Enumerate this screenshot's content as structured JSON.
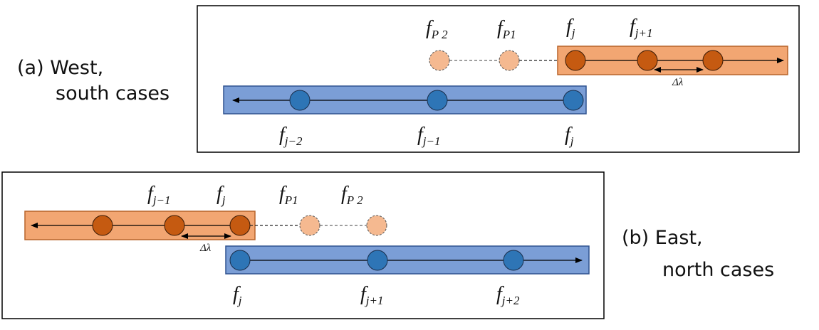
{
  "colors": {
    "orange_band_fill": "#F2A672",
    "orange_band_stroke": "#B8642A",
    "orange_node_fill": "#C55A11",
    "pred_node_fill": "#F5B990",
    "blue_band_fill": "#7B9ED6",
    "blue_band_stroke": "#2F528F",
    "blue_node_fill": "#2E75B6",
    "frame_stroke": "#000000"
  },
  "panel_a": {
    "caption_line1": "(a) West,",
    "caption_line2": "south cases",
    "predicted_labels": [
      {
        "base": "f",
        "sub": "P 2"
      },
      {
        "base": "f",
        "sub": "P1"
      }
    ],
    "orange_labels": [
      {
        "base": "f",
        "sub": "j"
      },
      {
        "base": "f",
        "sub": "j+1"
      }
    ],
    "delta_label": "Δλ",
    "blue_labels": [
      {
        "base": "f",
        "sub": "j−2"
      },
      {
        "base": "f",
        "sub": "j−1"
      },
      {
        "base": "f",
        "sub": "j"
      }
    ]
  },
  "panel_b": {
    "caption_line1": "(b) East,",
    "caption_line2": "north cases",
    "orange_labels": [
      {
        "base": "f",
        "sub": "j−1"
      },
      {
        "base": "f",
        "sub": "j"
      }
    ],
    "predicted_labels": [
      {
        "base": "f",
        "sub": "P1"
      },
      {
        "base": "f",
        "sub": "P 2"
      }
    ],
    "delta_label": "Δλ",
    "blue_labels": [
      {
        "base": "f",
        "sub": "j"
      },
      {
        "base": "f",
        "sub": "j+1"
      },
      {
        "base": "f",
        "sub": "j+2"
      }
    ]
  }
}
